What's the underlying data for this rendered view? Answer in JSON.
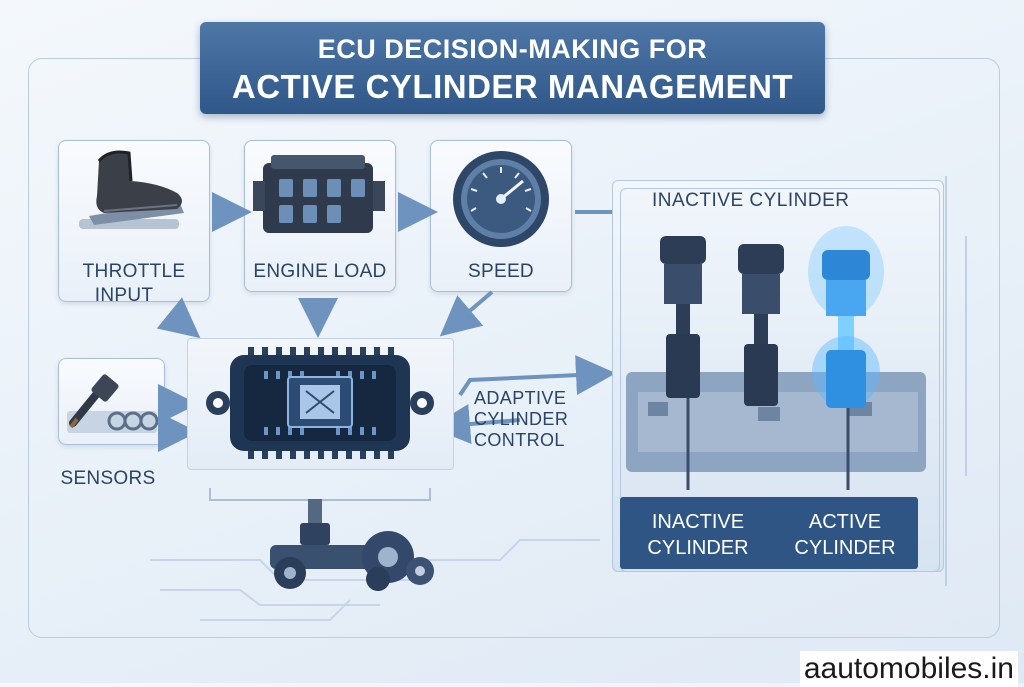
{
  "title": {
    "line1": "ECU DECISION-MAKING FOR",
    "line2": "ACTIVE CYLINDER MANAGEMENT"
  },
  "inputs": {
    "throttle_line1": "THROTTLE",
    "throttle_line2": "INPUT",
    "engine_load": "ENGINE LOAD",
    "speed": "SPEED",
    "sensors": "SENSORS"
  },
  "control": {
    "line1": "ADAPTIVE",
    "line2": "CYLINDER",
    "line3": "CONTROL"
  },
  "panel": {
    "title": "INACTIVE CYLINDER",
    "inactive_line1": "INACTIVE",
    "inactive_line2": "CYLINDER",
    "active_line1": "ACTIVE",
    "active_line2": "CYLINDER"
  },
  "colors": {
    "banner": "#3a6496",
    "accent_active": "#3da8ff",
    "arrow": "#6f93bf"
  },
  "watermark": "aautomobiles.in"
}
